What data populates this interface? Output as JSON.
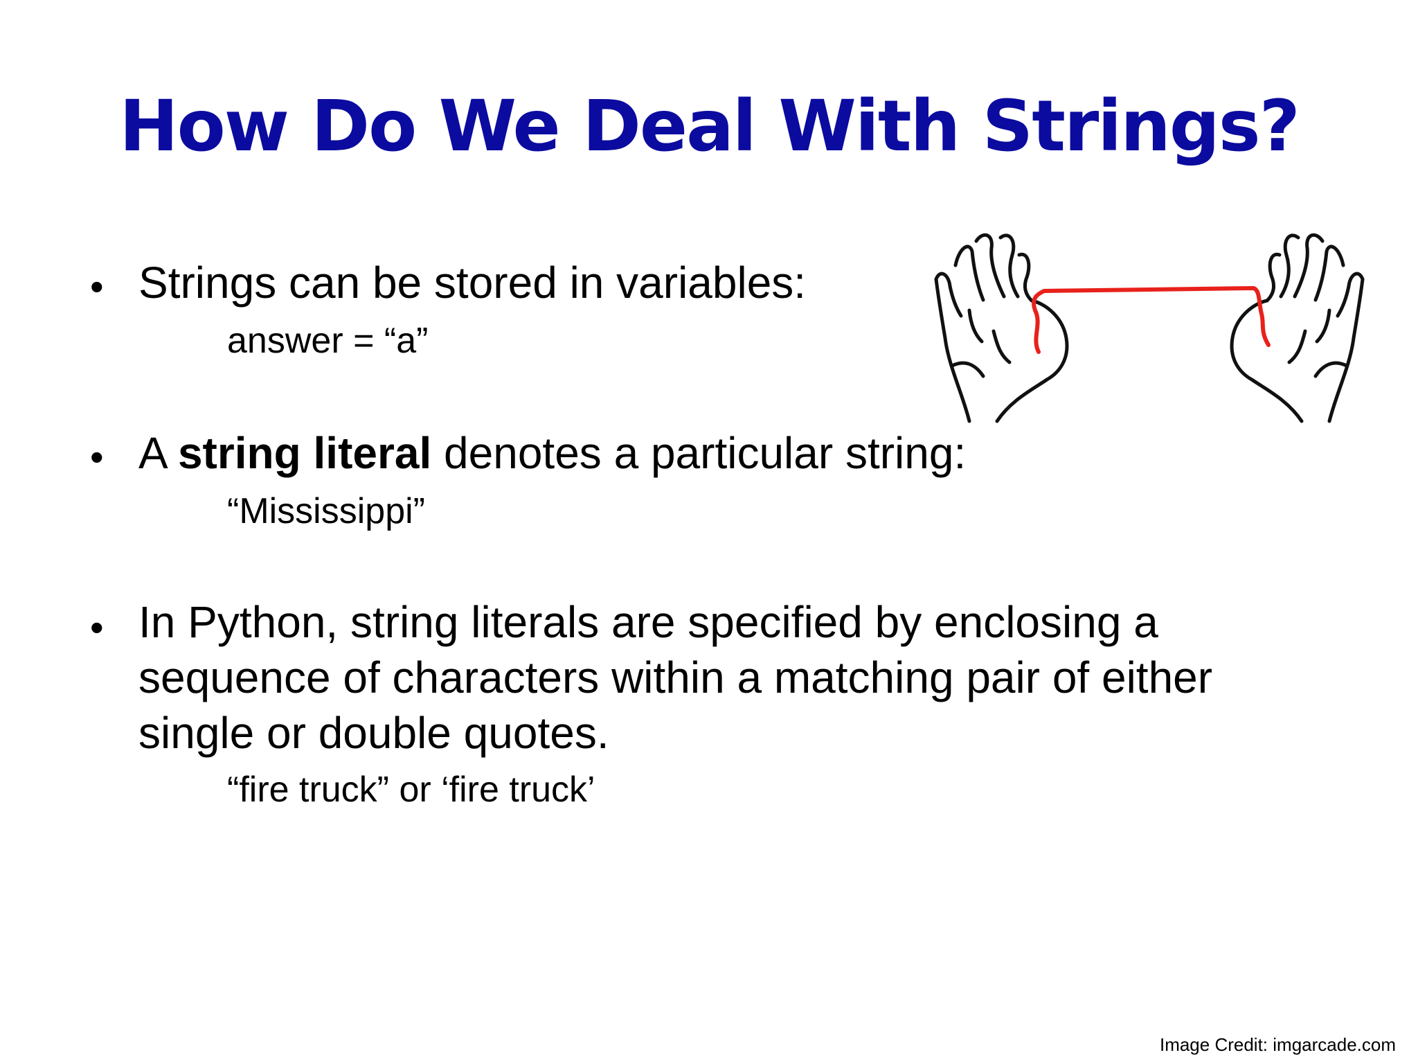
{
  "title": "How Do We Deal With Strings?",
  "bullets": [
    {
      "symbol": "•",
      "text": "Strings can be stored in variables:",
      "example": "answer = “a”"
    },
    {
      "symbol": "•",
      "text_before": "A ",
      "text_bold": "string literal",
      "text_after": " denotes a particular string:",
      "example": "“Mississippi”"
    },
    {
      "symbol": "•",
      "lines": [
        "In Python, string literals are specified by enclosing a",
        "sequence of characters within a matching pair of either",
        "single or double quotes."
      ],
      "example": "“fire truck” or ‘fire truck’"
    }
  ],
  "credit": "Image Credit: imgarcade.com",
  "colors": {
    "title": "#0b0ba0",
    "text": "#000000",
    "string": "#e8211b",
    "background": "#ffffff"
  },
  "illustration": {
    "icon": "hands-holding-string-icon"
  }
}
